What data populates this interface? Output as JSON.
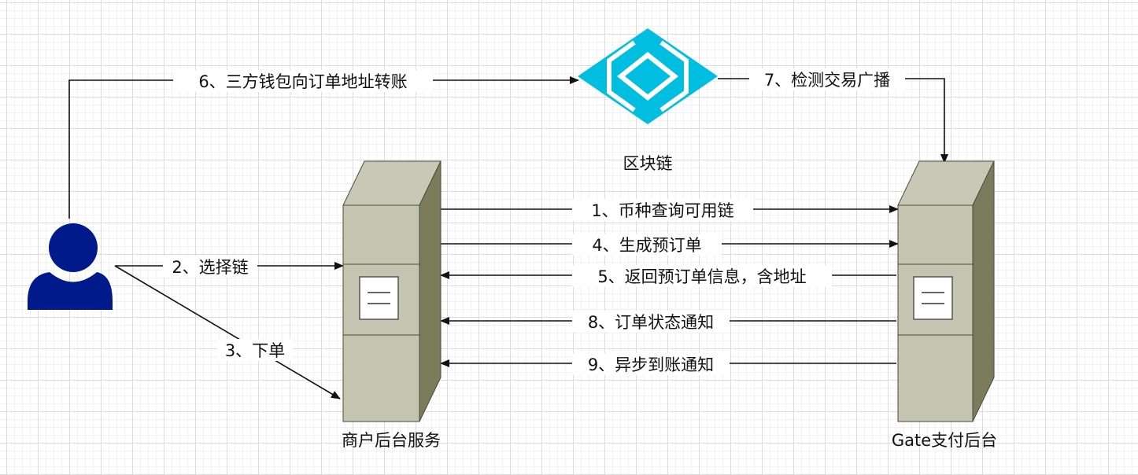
{
  "nodes": {
    "blockchain": {
      "label": "区块链",
      "icon": "blockchain-diamond-icon",
      "color": "#00BEE0"
    },
    "merchant": {
      "label": "商户后台服务",
      "icon": "server-tower-icon",
      "color": "#C4C5B3"
    },
    "gate": {
      "label": "Gate支付后台",
      "icon": "server-tower-icon",
      "color": "#C4C5B3"
    },
    "user": {
      "icon": "user-icon",
      "color": "#001A8C"
    }
  },
  "edges": {
    "e1": "1、币种查询可用链",
    "e2": "2、选择链",
    "e3": "3、下单",
    "e4": "4、生成预订单",
    "e5": "5、返回预订单信息，含地址",
    "e6": "6、三方钱包向订单地址转账",
    "e7": "7、检测交易广播",
    "e8": "8、订单状态通知",
    "e9": "9、异步到账通知"
  }
}
